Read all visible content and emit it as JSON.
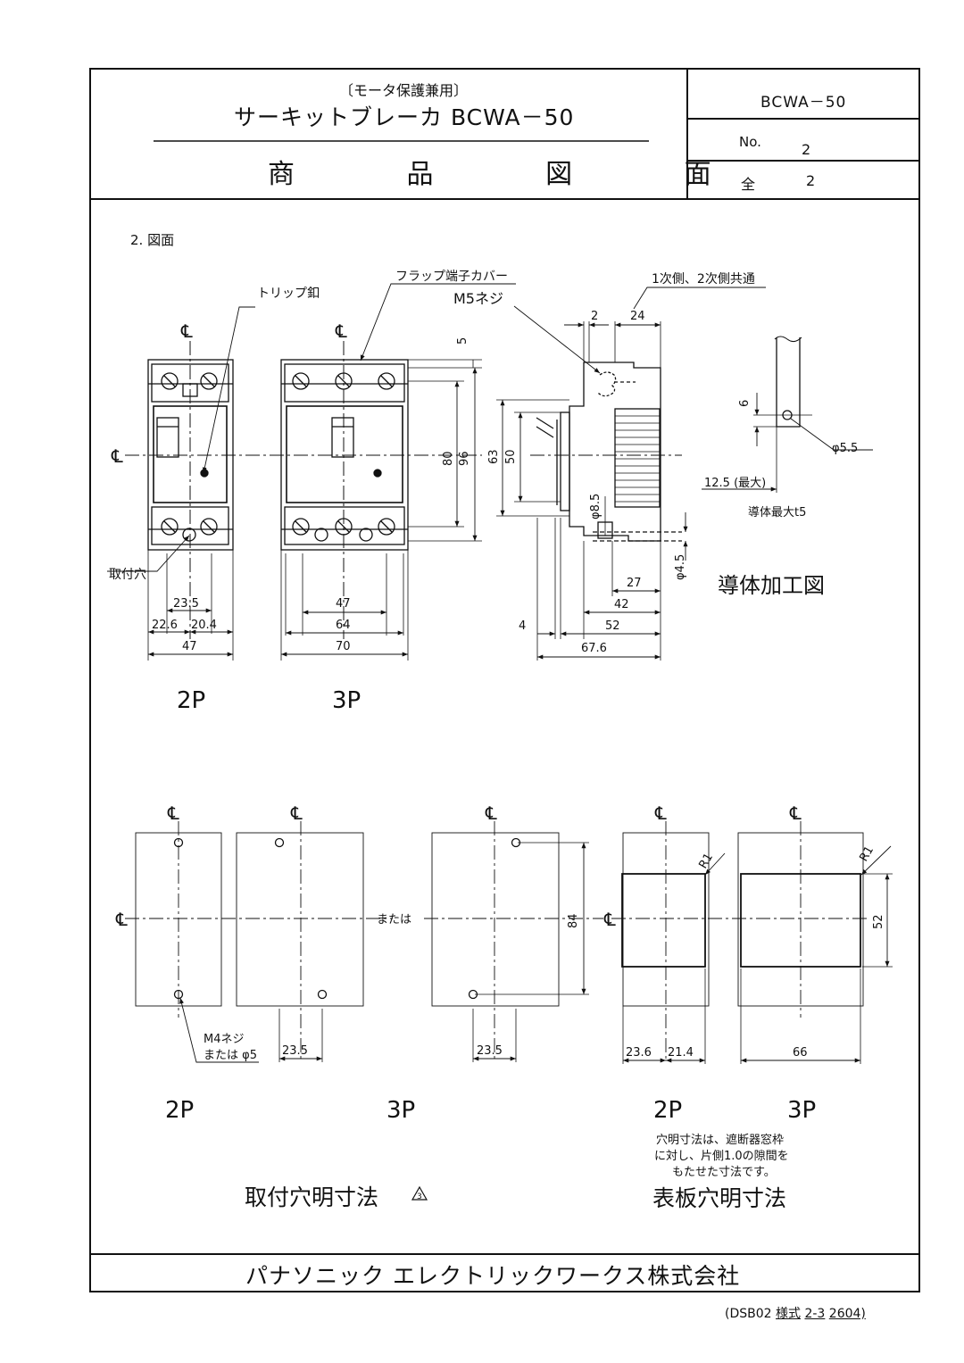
{
  "header": {
    "subtitle": "〔モータ保護兼用〕",
    "title": "サーキットブレーカ BCWA－50",
    "doc_type": "商 品 図 面",
    "model_code": "BCWA－50",
    "no_label": "No.",
    "no_value": "2",
    "total_label": "全",
    "total_value": "2"
  },
  "section_title": "2. 図面",
  "labels": {
    "trip_button": "トリップ釦",
    "flap_cover": "フラップ端子カバー",
    "m5_screw": "M5ネジ",
    "common_note": "1次側、2次側共通",
    "mount_hole": "取付穴",
    "conductor_max": "導体最大t5",
    "conductor_drawing": "導体加工図",
    "or_text": "または",
    "m4_screw": "M4ネジ",
    "or_phi5": "または φ5",
    "mount_hole_dims": "取付穴明寸法",
    "rev_mark": "3",
    "panel_hole_dims": "表板穴明寸法",
    "panel_note_1": "穴明寸法は、遮断器窓枠",
    "panel_note_2": "に対し、片側1.0の隙間を",
    "panel_note_3": "もたせた寸法です。",
    "p2": "2P",
    "p3": "3P",
    "cl": "℄"
  },
  "dims": {
    "d23_5": "23.5",
    "d22_6": "22.6",
    "d20_4": "20.4",
    "d47": "47",
    "d64": "64",
    "d70": "70",
    "d5": "5",
    "d80": "80",
    "d96": "96",
    "d63": "63",
    "d50": "50",
    "d2": "2",
    "d24": "24",
    "d8_5": "φ8.5",
    "d4_5": "φ4.5",
    "d27": "27",
    "d42": "42",
    "d4": "4",
    "d52": "52",
    "d67_6": "67.6",
    "d6": "6",
    "phi5_5": "φ5.5",
    "d12_5": "12.5 (最大)",
    "d84": "84",
    "r1": "R1",
    "d23_6": "23.6",
    "d21_4": "21.4",
    "d66": "66"
  },
  "company": "パナソニック エレクトリックワークス株式会社",
  "footer": {
    "prefix": "(DSB02",
    "form": "様式",
    "num": "2-3",
    "code": "2604)"
  }
}
